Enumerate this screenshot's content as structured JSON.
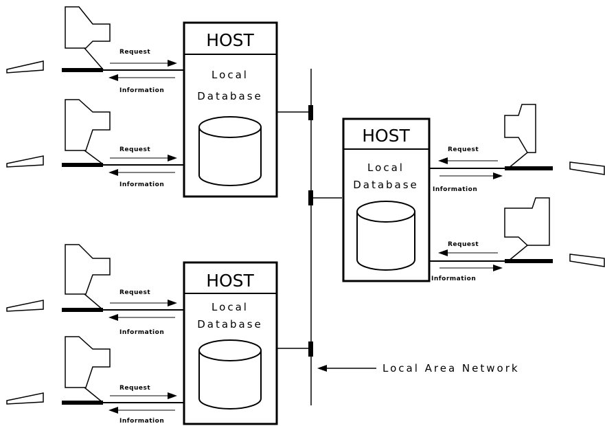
{
  "hosts": [
    {
      "title": "HOST",
      "line1": "Local",
      "line2": "Database"
    },
    {
      "title": "HOST",
      "line1": "Local",
      "line2": "Database"
    },
    {
      "title": "HOST",
      "line1": "Local",
      "line2": "Database"
    }
  ],
  "terminals": [
    {
      "request": "Request",
      "information": "Information"
    },
    {
      "request": "Request",
      "information": "Information"
    },
    {
      "request": "Request",
      "information": "Information"
    },
    {
      "request": "Request",
      "information": "Information"
    },
    {
      "request": "Request",
      "information": "Information"
    },
    {
      "request": "Request",
      "information": "Information"
    }
  ],
  "network": {
    "label": "Local Area Network"
  }
}
